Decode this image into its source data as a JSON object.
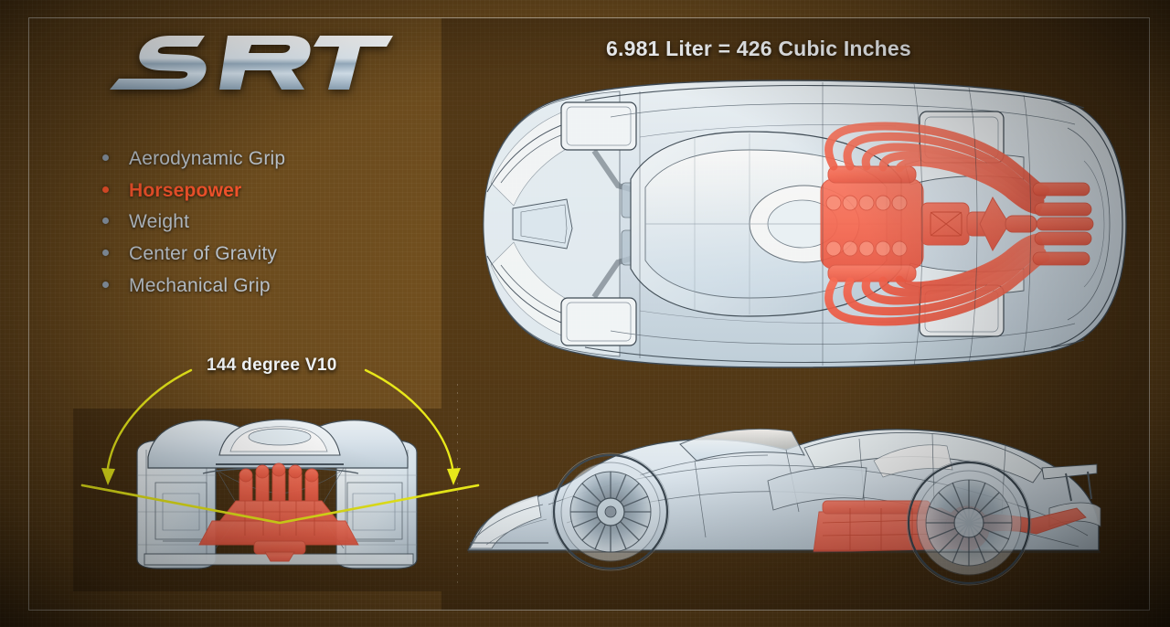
{
  "slide": {
    "brand_logo": "SRT",
    "headline": "6.981 Liter = 426 Cubic Inches",
    "v_angle_caption": "144 degree V10",
    "bullets": [
      {
        "label": "Aerodynamic Grip",
        "highlighted": false
      },
      {
        "label": "Horsepower",
        "highlighted": true
      },
      {
        "label": "Weight",
        "highlighted": false
      },
      {
        "label": "Center of Gravity",
        "highlighted": false
      },
      {
        "label": "Mechanical Grip",
        "highlighted": false
      }
    ],
    "views": [
      {
        "name": "top-view",
        "description": "Overhead CAD wireframe of SRT Tomahawk race car with V10 engine and exhaust headers highlighted"
      },
      {
        "name": "front-view",
        "description": "Front elevation CAD wireframe showing 144 degree V10 engine in red"
      },
      {
        "name": "side-view",
        "description": "Side profile CAD wireframe showing mid-mounted V10 engine in red"
      }
    ],
    "colors": {
      "background_brown": "#6a4a1d",
      "panel_dark": "#3a2409",
      "body_light": "#dbe6ee",
      "body_white": "#f4f8fb",
      "engine_red": "#fb6a53",
      "accent_yellow": "#e8e81a",
      "text_gray": "#b8c0c8",
      "text_white": "#f2f4f6",
      "highlight_red": "#f4532b",
      "frame_line": "#e1dcd2"
    }
  }
}
